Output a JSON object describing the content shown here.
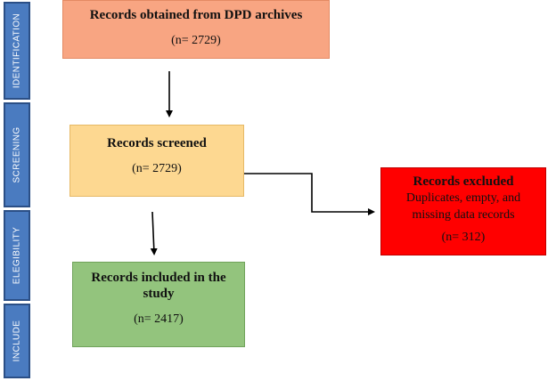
{
  "phases": {
    "identification": "IDENTIFICATION",
    "screening": "SCREENING",
    "elegibility": "ELEGIBILITY",
    "include": "INCLUDE"
  },
  "boxes": {
    "obtained": {
      "title": "Records obtained from DPD archives",
      "count": "(n= 2729)",
      "color": "#f8a582"
    },
    "screened": {
      "title": "Records screened",
      "count": "(n= 2729)",
      "color": "#fdd891"
    },
    "excluded": {
      "title": "Records excluded",
      "description_line1": "Duplicates, empty, and",
      "description_line2": "missing data records",
      "count": "(n= 312)",
      "color": "#ff0000"
    },
    "included": {
      "title_line1": "Records included in the",
      "title_line2": "study",
      "count": "(n= 2417)",
      "color": "#93c47d"
    }
  },
  "phase_color": "#4a7bc0"
}
